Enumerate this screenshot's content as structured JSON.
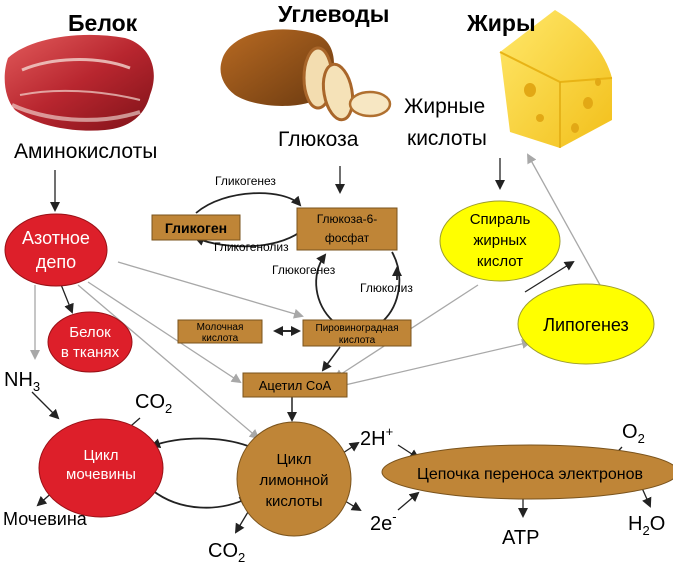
{
  "headers": {
    "protein": "Белок",
    "carbs": "Углеводы",
    "fats": "Жиры"
  },
  "labels": {
    "amino_acids": "Аминокислоты",
    "glucose": "Глюкоза",
    "fatty_acids_line1": "Жирные",
    "fatty_acids_line2": "кислоты",
    "glycogenesis": "Гликогенез",
    "glycogen": "Гликоген",
    "glycogenolysis": "Гликогенолиз",
    "g6p_line1": "Глюкоза-6-",
    "g6p_line2": "фосфат",
    "gluconeogenesis": "Глюкогенез",
    "glycolysis": "Глюколиз",
    "lactic_line1": "Молочная",
    "lactic_line2": "кислота",
    "pyruvic_line1": "Пировиноградная",
    "pyruvic_line2": "кислота",
    "acetyl_coa": "Ацетил CoA",
    "nitrogen_pool_line1": "Азотное",
    "nitrogen_pool_line2": "депо",
    "tissue_protein_line1": "Белок",
    "tissue_protein_line2": "в тканях",
    "beta_ox_line1": "Спираль",
    "beta_ox_line2": "жирных",
    "beta_ox_line3": "кислот",
    "lipogenesis": "Липогенез",
    "nh3": "NH",
    "nh3_sub": "3",
    "co2_top": "CO",
    "co2_top_sub": "2",
    "urea_cycle_line1": "Цикл",
    "urea_cycle_line2": "мочевины",
    "urea": "Мочевина",
    "tca_line1": "Цикл",
    "tca_line2": "лимонной",
    "tca_line3": "кислоты",
    "co2_bottom": "CO",
    "co2_bottom_sub": "2",
    "two_h": "2H",
    "two_h_sup": "+",
    "two_e": "2e",
    "two_e_sup": "-",
    "etc": "Цепочка переноса электронов",
    "o2": "O",
    "o2_sub": "2",
    "atp": "ATP",
    "h2o": "H",
    "h2o_sub": "2",
    "h2o_end": "O"
  },
  "colors": {
    "red": "#dd1f2a",
    "brown": "#bf8537",
    "yellow": "#ffff00",
    "arrow_dark": "#222222",
    "arrow_grey": "#a8a8a8"
  }
}
